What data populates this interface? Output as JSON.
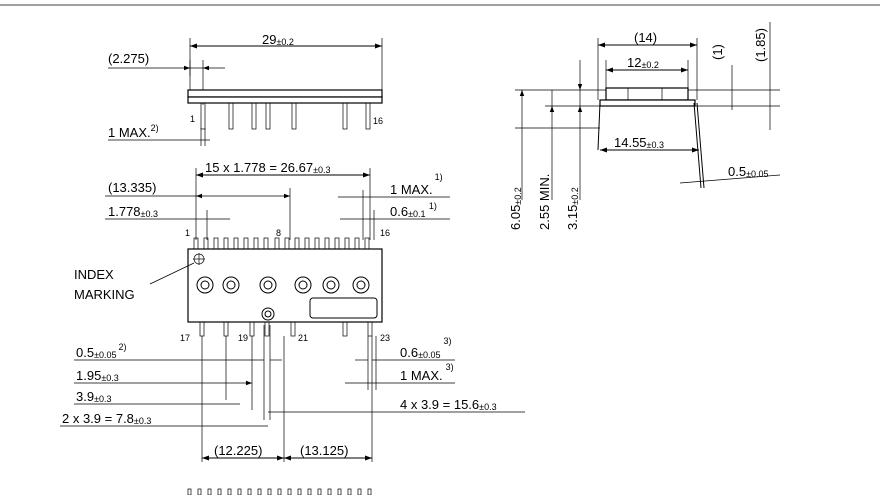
{
  "top_view": {
    "overall_length": {
      "value": "29",
      "tol": "±0.2"
    },
    "pin1_offset": "(2.275)",
    "pin_length_note": {
      "text": "1 MAX.",
      "note": "2)"
    },
    "pin_first": "1",
    "pin_last": "16"
  },
  "front_view": {
    "pitch_total": {
      "value": "15 x 1.778 = 26.67",
      "tol": "±0.3"
    },
    "half_pitch": "(13.335)",
    "pitch": {
      "value": "1.778",
      "tol": "±0.3"
    },
    "max_note": {
      "text": "1 MAX.",
      "note": "1)"
    },
    "pin_width": {
      "value": "0.6",
      "tol": "±0.1",
      "note": "1)"
    },
    "index_label": [
      "INDEX",
      "MARKING"
    ],
    "upper_pins": {
      "first": "1",
      "mid": "8",
      "last": "16"
    },
    "lower_pins": [
      "17",
      "19",
      "21",
      "23"
    ]
  },
  "lower_dims": {
    "lower_pin_width": {
      "value": "0.5",
      "tol": "±0.05",
      "note": "2)"
    },
    "right_pin_width": {
      "value": "0.6",
      "tol": "±0.05",
      "note": "3)"
    },
    "d1": {
      "value": "1.95",
      "tol": "±0.3"
    },
    "right_max": {
      "text": "1 MAX.",
      "note": "3)"
    },
    "d2": {
      "value": "3.9",
      "tol": "±0.3"
    },
    "left_span": {
      "value": "2 x 3.9 = 7.8",
      "tol": "±0.3"
    },
    "right_span": {
      "value": "4 x 3.9 = 15.6",
      "tol": "±0.3"
    },
    "bottom_left": "(12.225)",
    "bottom_right": "(13.125)"
  },
  "side_view": {
    "overall_width": "(14)",
    "inner_width": {
      "value": "12",
      "tol": "±0.2"
    },
    "dim_1": "(1)",
    "dim_185": "(1.85)",
    "lead_span": {
      "value": "14.55",
      "tol": "±0.3"
    },
    "lead_thk": {
      "value": "0.5",
      "tol": "±0.05"
    },
    "height": {
      "value": "6.05",
      "tol": "±0.2"
    },
    "standoff": "2.55 MIN.",
    "body_h": {
      "value": "3.15",
      "tol": "±0.2"
    }
  }
}
